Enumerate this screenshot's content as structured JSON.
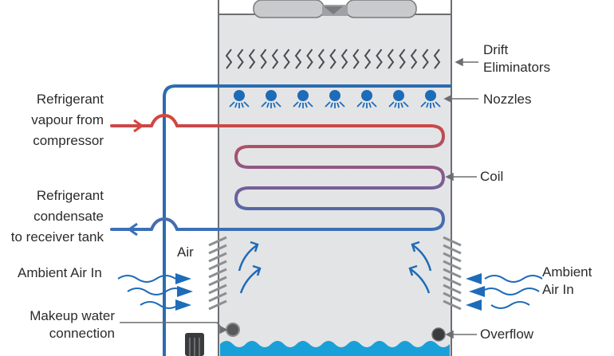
{
  "labels": {
    "drift_eliminators": [
      "Drift",
      "Eliminators"
    ],
    "nozzles": "Nozzles",
    "coil": "Coil",
    "overflow": "Overflow",
    "ambient_air_in_right": [
      "Ambient",
      "Air In"
    ],
    "ambient_air_in_left": "Ambient Air In",
    "air": "Air",
    "makeup_water": [
      "Makeup water",
      "connection"
    ],
    "refrigerant_vapour": [
      "Refrigerant",
      "vapour  from",
      "compressor"
    ],
    "refrigerant_condensate": [
      "Refrigerant",
      "condensate",
      "to receiver tank"
    ]
  },
  "colors": {
    "tower_fill": "#e3e4e6",
    "tower_outline": "#6d6e71",
    "water_pipe": "#2b6cb0",
    "hot_refrigerant": "#d9443a",
    "cool_refrigerant": "#3b6fb6",
    "coil_mid": "#8a5a8a",
    "water": "#1aa0d8",
    "arrow_blue": "#1e6bb8",
    "text": "#2b2b2b",
    "leader": "#6d6e71"
  },
  "icons": {
    "fan": "fan-icon",
    "nozzle": "nozzle-spray-icon",
    "pump": "pump-icon",
    "valve": "makeup-valve-icon",
    "overflow": "overflow-outlet-icon"
  }
}
